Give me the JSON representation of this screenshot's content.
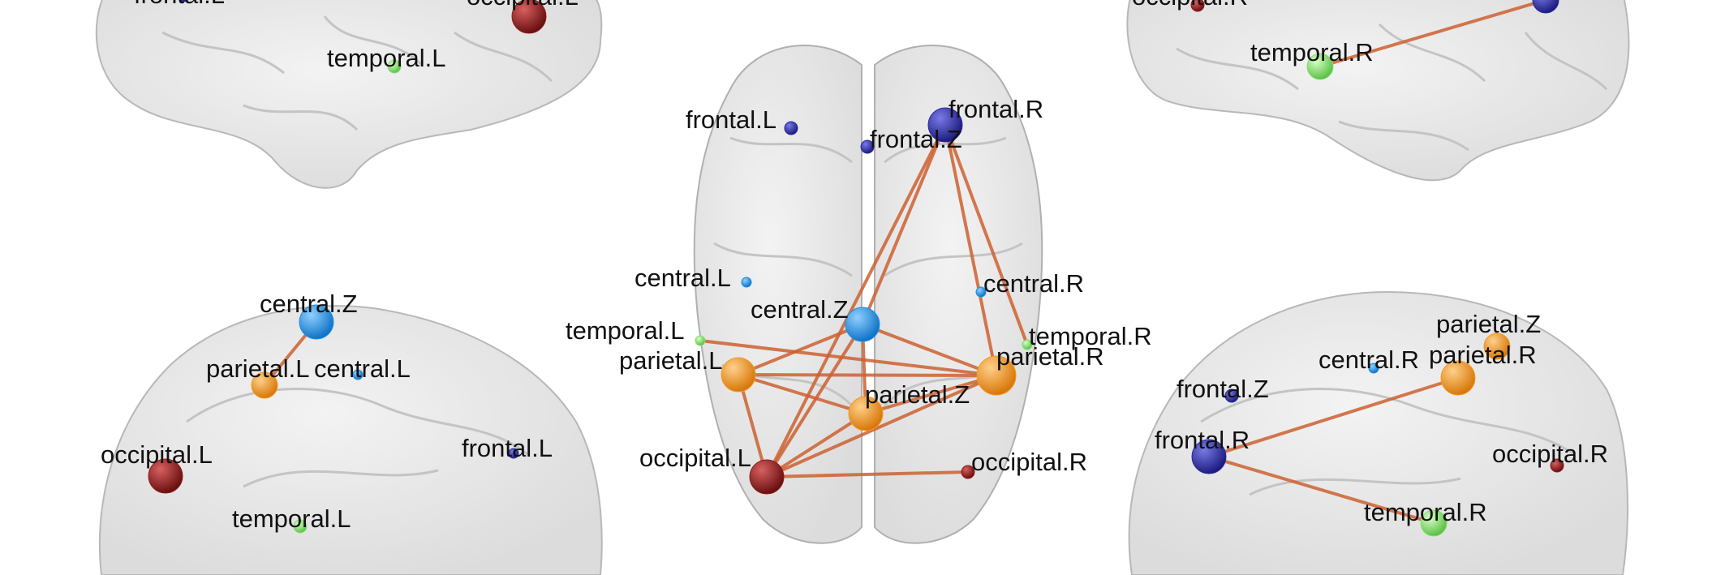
{
  "colors": {
    "frontal": "#2a2a9e",
    "central": "#1e8fe0",
    "parietal": "#f39a1e",
    "temporal": "#86e070",
    "occipital": "#8e1c1c",
    "edge": "#cc6030",
    "brain_fill": "#e9e9e9",
    "brain_edge": "#b0b0b0"
  },
  "panels": {
    "left_lateral_top": {
      "nodes": [
        {
          "id": "frontal.L",
          "label": "frontal.L",
          "region": "frontal",
          "size": "small"
        },
        {
          "id": "occipital.L",
          "label": "occipital.L",
          "region": "occipital",
          "size": "large"
        },
        {
          "id": "temporal.L",
          "label": "temporal.L",
          "region": "temporal",
          "size": "small"
        }
      ],
      "edges": []
    },
    "right_lateral_top": {
      "nodes": [
        {
          "id": "occipital.R",
          "label": "occipital.R",
          "region": "occipital",
          "size": "small"
        },
        {
          "id": "frontal.R",
          "label": "",
          "region": "frontal",
          "size": "medium"
        },
        {
          "id": "temporal.R",
          "label": "temporal.R",
          "region": "temporal",
          "size": "medium"
        }
      ],
      "edges": [
        [
          "temporal.R",
          "frontal.R"
        ]
      ]
    },
    "axial": {
      "nodes": [
        {
          "id": "frontal.L",
          "label": "frontal.L",
          "region": "frontal",
          "size": "small"
        },
        {
          "id": "frontal.Z",
          "label": "frontal.Z",
          "region": "frontal",
          "size": "small"
        },
        {
          "id": "frontal.R",
          "label": "frontal.R",
          "region": "frontal",
          "size": "large"
        },
        {
          "id": "central.L",
          "label": "central.L",
          "region": "central",
          "size": "tiny"
        },
        {
          "id": "central.Z",
          "label": "central.Z",
          "region": "central",
          "size": "large"
        },
        {
          "id": "central.R",
          "label": "central.R",
          "region": "central",
          "size": "tiny"
        },
        {
          "id": "temporal.L",
          "label": "temporal.L",
          "region": "temporal",
          "size": "tiny"
        },
        {
          "id": "temporal.R",
          "label": "temporal.R",
          "region": "temporal",
          "size": "tiny"
        },
        {
          "id": "parietal.L",
          "label": "parietal.L",
          "region": "parietal",
          "size": "large"
        },
        {
          "id": "parietal.Z",
          "label": "parietal.Z",
          "region": "parietal",
          "size": "large"
        },
        {
          "id": "parietal.R",
          "label": "parietal.R",
          "region": "parietal",
          "size": "xlarge"
        },
        {
          "id": "occipital.L",
          "label": "occipital.L",
          "region": "occipital",
          "size": "large"
        },
        {
          "id": "occipital.R",
          "label": "occipital.R",
          "region": "occipital",
          "size": "small"
        }
      ],
      "edges": [
        [
          "frontal.R",
          "parietal.R"
        ],
        [
          "frontal.R",
          "temporal.R"
        ],
        [
          "frontal.R",
          "central.Z"
        ],
        [
          "frontal.R",
          "occipital.L"
        ],
        [
          "central.Z",
          "parietal.L"
        ],
        [
          "central.Z",
          "parietal.R"
        ],
        [
          "central.Z",
          "parietal.Z"
        ],
        [
          "central.Z",
          "occipital.L"
        ],
        [
          "temporal.L",
          "parietal.R"
        ],
        [
          "parietal.L",
          "parietal.R"
        ],
        [
          "parietal.L",
          "parietal.Z"
        ],
        [
          "parietal.L",
          "occipital.L"
        ],
        [
          "parietal.Z",
          "parietal.R"
        ],
        [
          "parietal.Z",
          "occipital.L"
        ],
        [
          "parietal.R",
          "occipital.L"
        ],
        [
          "occipital.L",
          "occipital.R"
        ]
      ]
    },
    "left_medial_bottom": {
      "nodes": [
        {
          "id": "central.Z",
          "label": "central.Z",
          "region": "central",
          "size": "large"
        },
        {
          "id": "parietal.L",
          "label": "parietal.L",
          "region": "parietal",
          "size": "medium"
        },
        {
          "id": "central.L",
          "label": "central.L",
          "region": "central",
          "size": "tiny"
        },
        {
          "id": "occipital.L",
          "label": "occipital.L",
          "region": "occipital",
          "size": "large"
        },
        {
          "id": "frontal.L",
          "label": "frontal.L",
          "region": "frontal",
          "size": "tiny"
        },
        {
          "id": "temporal.L",
          "label": "temporal.L",
          "region": "temporal",
          "size": "small"
        }
      ],
      "edges": [
        [
          "central.Z",
          "parietal.L"
        ]
      ]
    },
    "right_medial_bottom": {
      "nodes": [
        {
          "id": "parietal.Z",
          "label": "parietal.Z",
          "region": "parietal",
          "size": "medium"
        },
        {
          "id": "central.R",
          "label": "central.R",
          "region": "central",
          "size": "tiny"
        },
        {
          "id": "parietal.R",
          "label": "parietal.R",
          "region": "parietal",
          "size": "large"
        },
        {
          "id": "frontal.Z",
          "label": "frontal.Z",
          "region": "frontal",
          "size": "small"
        },
        {
          "id": "frontal.R",
          "label": "frontal.R",
          "region": "frontal",
          "size": "large"
        },
        {
          "id": "occipital.R",
          "label": "occipital.R",
          "region": "occipital",
          "size": "small"
        },
        {
          "id": "temporal.R",
          "label": "temporal.R",
          "region": "temporal",
          "size": "medium"
        }
      ],
      "edges": [
        [
          "frontal.R",
          "parietal.R"
        ],
        [
          "frontal.R",
          "temporal.R"
        ]
      ]
    }
  }
}
